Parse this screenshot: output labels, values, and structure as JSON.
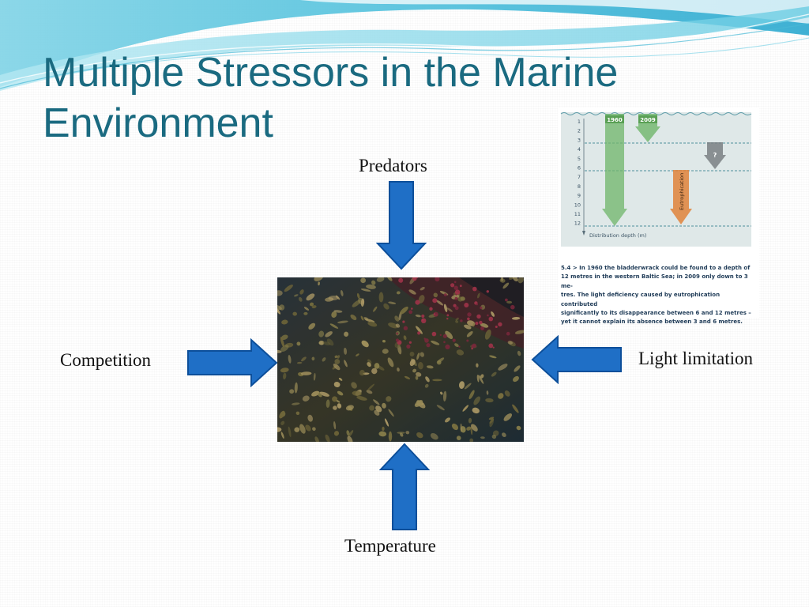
{
  "slide": {
    "title": "Multiple Stressors in the Marine Environment",
    "accent_color": "#1a6a80",
    "arrow_color": "#1f6fc6"
  },
  "diagram": {
    "center_image": "bladderwrack-seaweed-photo",
    "stressors": {
      "top": "Predators",
      "left": "Competition",
      "right": "Light limitation",
      "bottom": "Temperature"
    }
  },
  "inset_figure": {
    "depth_ticks": [
      "1",
      "2",
      "3",
      "4",
      "5",
      "6",
      "7",
      "8",
      "9",
      "10",
      "11",
      "12"
    ],
    "year_1960": "1960",
    "year_2009": "2009",
    "unknown_label": "?",
    "eutrophication_label": "Eutrophication",
    "axis_label": "Distribution depth (m)",
    "caption_lines": [
      "5.4 > In 1960 the bladderwrack could be found to a depth of",
      "12 metres in the western Baltic Sea; in 2009 only down to 3 me-",
      "tres. The light deficiency caused by eutrophication contributed",
      "significantly to its disappearance between 6 and 12 metres –",
      "yet it cannot explain its absence between 3 and 6 metres."
    ]
  }
}
